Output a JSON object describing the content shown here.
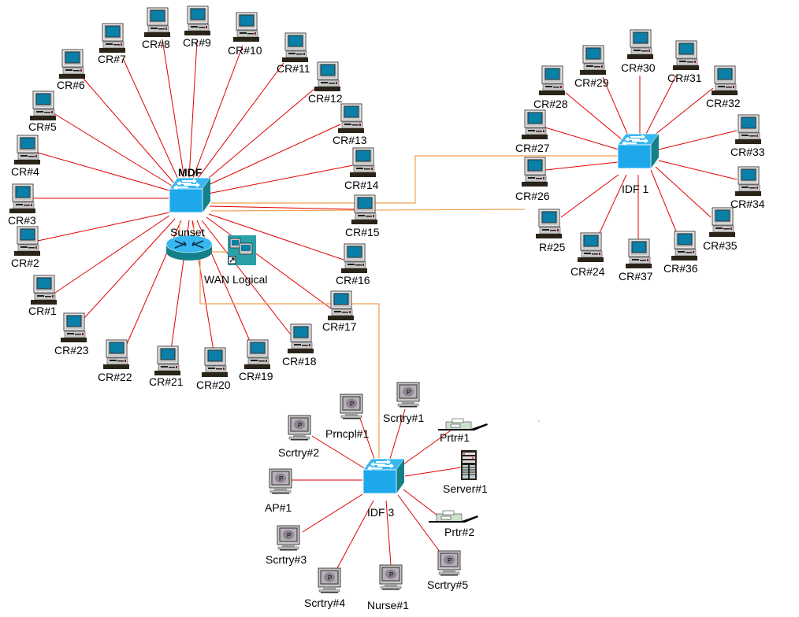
{
  "title": "Network topology diagram",
  "colors": {
    "ethernet_link": "#e00000",
    "trunk_link": "#f0a050",
    "switch_top": "#33b5ee",
    "switch_front": "#1aa6ea",
    "switch_side": "#16808a",
    "pc_screen": "#0a7fa8",
    "lab_pc_screen": "#b8b0b8"
  },
  "hubs": [
    {
      "id": "mdf",
      "type": "switch",
      "label": "MDF",
      "bold": true
    },
    {
      "id": "sunset",
      "type": "router",
      "label": "Sunset"
    },
    {
      "id": "wan",
      "type": "wan-shortcut",
      "label": "WAN Logical"
    },
    {
      "id": "idf1",
      "type": "switch",
      "label": "IDF 1"
    },
    {
      "id": "idf3",
      "type": "switch",
      "label": "IDF 3"
    }
  ],
  "mdf_clients": [
    "CR#1",
    "CR#2",
    "CR#3",
    "CR#4",
    "CR#5",
    "CR#6",
    "CR#7",
    "CR#8",
    "CR#9",
    "CR#10",
    "CR#11",
    "CR#12",
    "CR#13",
    "CR#14",
    "CR#15",
    "CR#16",
    "CR#17",
    "CR#18",
    "CR#19",
    "CR#20",
    "CR#21",
    "CR#22",
    "CR#23"
  ],
  "idf1_clients": [
    "CR#24",
    "R#25",
    "CR#26",
    "CR#27",
    "CR#28",
    "CR#29",
    "CR#30",
    "CR#31",
    "CR#32",
    "CR#33",
    "CR#34",
    "CR#35",
    "CR#36",
    "CR#37"
  ],
  "idf3_clients": [
    {
      "label": "Prncpl#1",
      "kind": "pc"
    },
    {
      "label": "Scrtry#1",
      "kind": "pc"
    },
    {
      "label": "Prtr#1",
      "kind": "printer"
    },
    {
      "label": "Server#1",
      "kind": "server"
    },
    {
      "label": "Prtr#2",
      "kind": "printer"
    },
    {
      "label": "Scrtry#5",
      "kind": "pc"
    },
    {
      "label": "Nurse#1",
      "kind": "pc"
    },
    {
      "label": "Scrtry#4",
      "kind": "pc"
    },
    {
      "label": "Scrtry#3",
      "kind": "pc"
    },
    {
      "label": "AP#1",
      "kind": "pc"
    },
    {
      "label": "Scrtry#2",
      "kind": "pc"
    }
  ]
}
